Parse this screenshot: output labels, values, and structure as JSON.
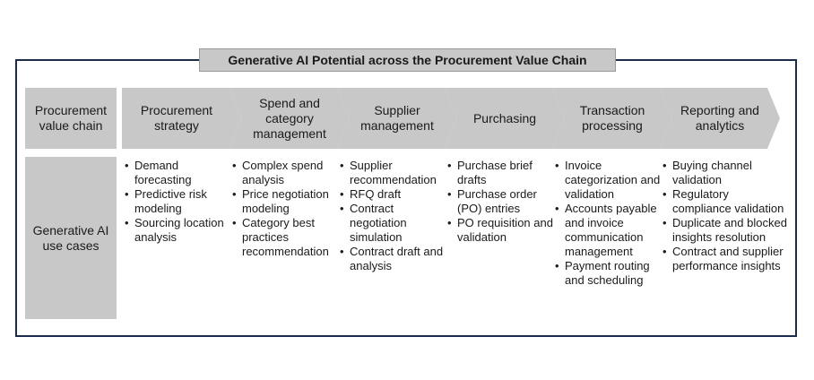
{
  "title": "Generative AI Potential across the Procurement Value Chain",
  "row_labels": {
    "chain": "Procurement value chain",
    "use_cases": "Generative AI use cases"
  },
  "stages": [
    {
      "label": "Procurement strategy",
      "use_cases": [
        "Demand forecasting",
        "Predictive risk modeling",
        "Sourcing location analysis"
      ]
    },
    {
      "label": "Spend and category management",
      "use_cases": [
        "Complex spend analysis",
        "Price negotiation modeling",
        "Category best practices recommendation"
      ]
    },
    {
      "label": "Supplier management",
      "use_cases": [
        "Supplier recommendation",
        "RFQ draft",
        "Contract negotiation simulation",
        "Contract draft and analysis"
      ]
    },
    {
      "label": "Purchasing",
      "use_cases": [
        "Purchase brief drafts",
        "Purchase order (PO) entries",
        "PO requisition and validation"
      ]
    },
    {
      "label": "Transaction processing",
      "use_cases": [
        "Invoice categorization and validation",
        "Accounts payable and invoice communication management",
        "Payment routing and scheduling"
      ]
    },
    {
      "label": "Reporting and analytics",
      "use_cases": [
        "Buying channel validation",
        "Regulatory compliance validation",
        "Duplicate and blocked insights resolution",
        "Contract and supplier performance insights"
      ]
    }
  ]
}
